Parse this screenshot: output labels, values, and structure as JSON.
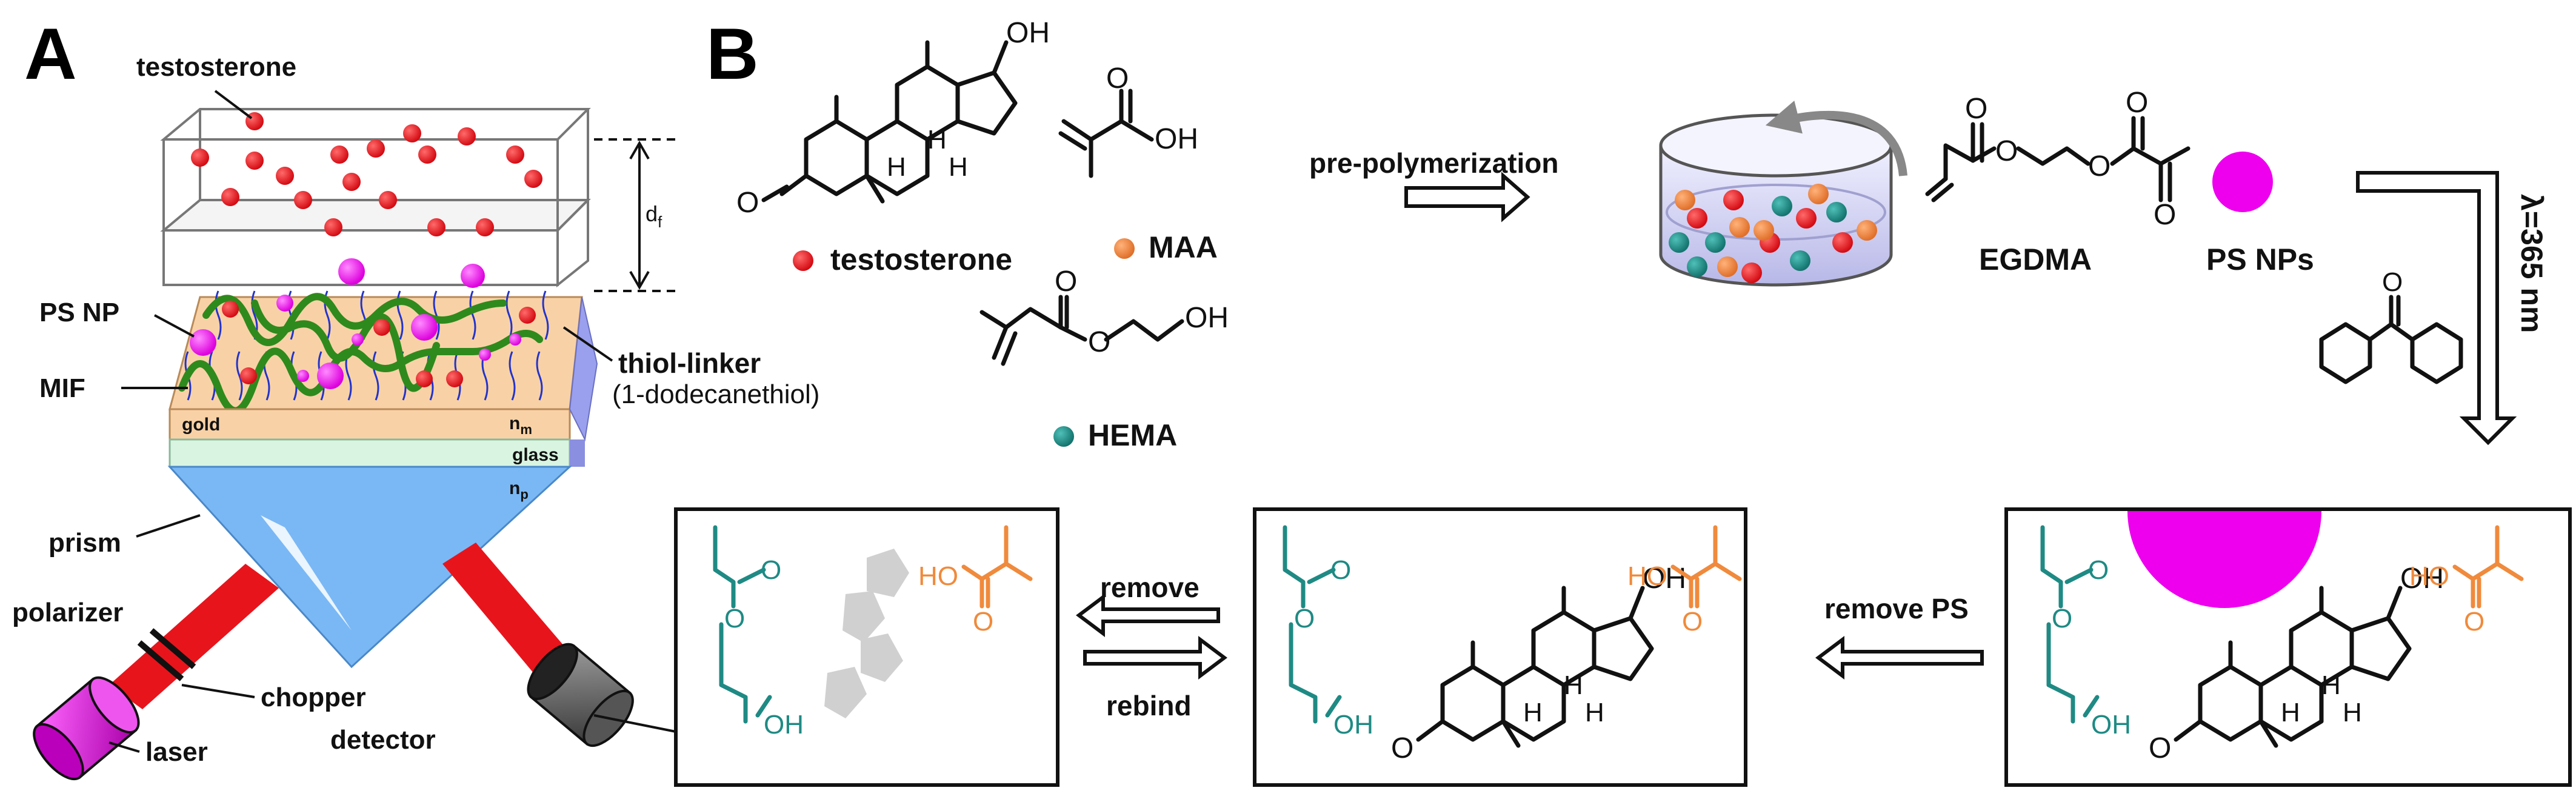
{
  "panels": {
    "a": "A",
    "b": "B"
  },
  "panel_a": {
    "testosterone": "testosterone",
    "ps_np": "PS NP",
    "mif": "MIF",
    "thiol_linker": "thiol-linker",
    "thiol_linker_sub": "(1-dodecanethiol)",
    "gold": "gold",
    "glass": "glass",
    "df": "d",
    "df_sub": "f",
    "nm": "n",
    "nm_sub": "m",
    "np": "n",
    "np_sub": "p",
    "prism": "prism",
    "polarizer": "polarizer",
    "chopper": "chopper",
    "laser": "laser",
    "detector": "detector"
  },
  "panel_b": {
    "testosterone": "testosterone",
    "maa": "MAA",
    "hema": "HEMA",
    "pre_polymerization": "pre-polymerization",
    "egdma": "EGDMA",
    "ps_nps": "PS NPs",
    "lambda": "λ=365 nm",
    "remove": "remove",
    "rebind": "rebind",
    "remove_ps": "remove PS",
    "oh": "OH",
    "o": "O",
    "h": "H",
    "ho": "HO"
  },
  "colors": {
    "testosterone": "#e8141c",
    "maa": "#f08a3c",
    "hema": "#1f8a84",
    "ps": "#ee00ee",
    "gold": "#f8d2a6",
    "glass": "#d9f5e2",
    "prism": "#7ab8f5",
    "laser": "#e8141c",
    "polymer": "#2e8a1c",
    "thiol": "#2233cc"
  }
}
